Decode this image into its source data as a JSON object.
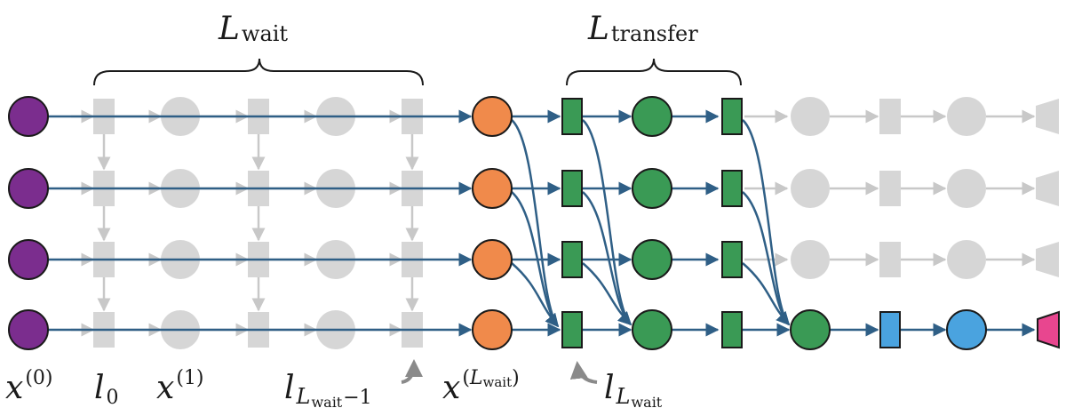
{
  "labels": {
    "brace_wait": {
      "main": "L",
      "sub": "wait"
    },
    "brace_transfer": {
      "main": "L",
      "sub": "transfer"
    },
    "x0": {
      "main": "x",
      "sup": "(0)"
    },
    "l0": {
      "main": "l",
      "sub": "0"
    },
    "x1": {
      "main": "x",
      "sup": "(1)"
    },
    "l_wait_minus_1": {
      "main": "l",
      "sub_main": "L",
      "sub_sub": "wait",
      "sub_tail": "−1"
    },
    "x_wait": {
      "main": "x",
      "sup_open": "(",
      "sup_main": "L",
      "sup_sub": "wait",
      "sup_close": ")"
    },
    "l_wait": {
      "main": "l",
      "sub_main": "L",
      "sub_sub": "wait"
    }
  },
  "colors": {
    "input_node": "#7b2d8e",
    "faded": "#d6d6d6",
    "faded_arrow": "#c8c8c8",
    "wait_node": "#f08a4b",
    "transfer": "#3a9a55",
    "edge": "#2f5f86",
    "output_layer": "#4aa3df",
    "output_head": "#e8468f",
    "outline": "#1a1a1a"
  },
  "rows": 4
}
